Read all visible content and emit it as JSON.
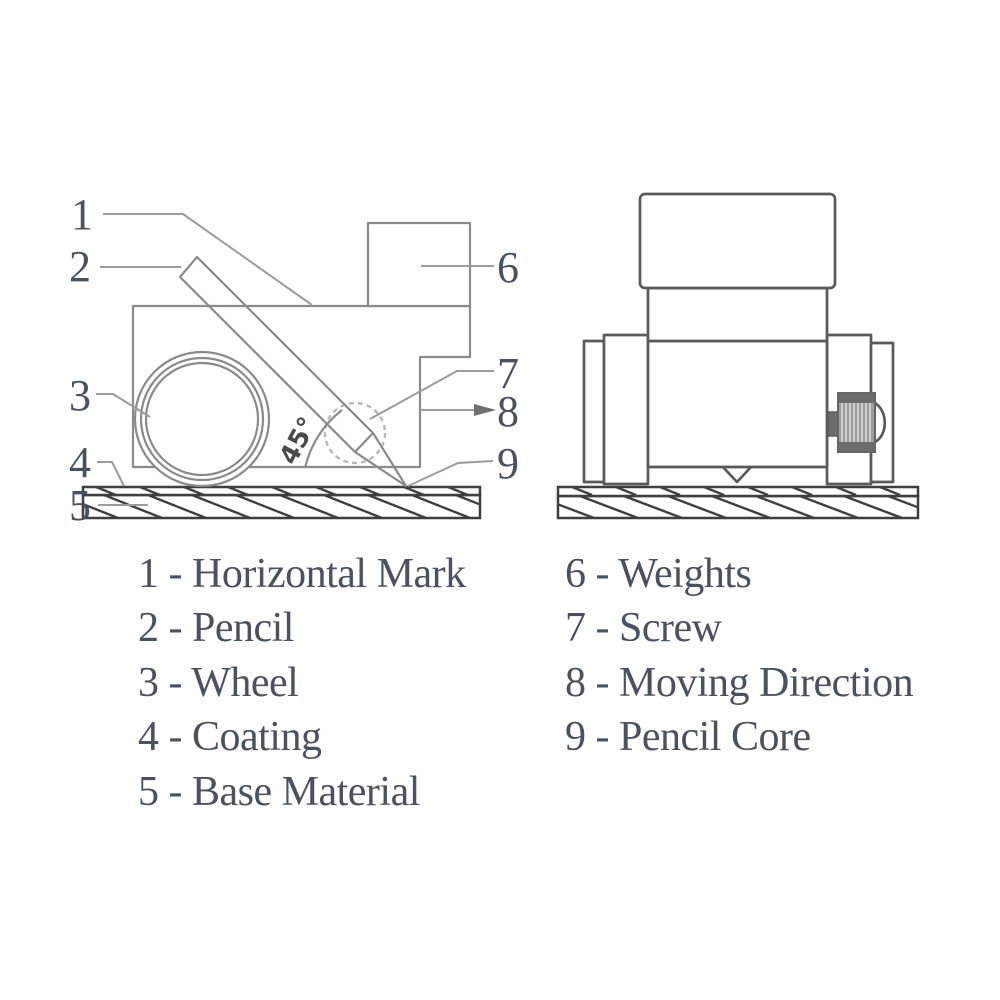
{
  "diagram": {
    "angle_label": "45°",
    "callouts": [
      {
        "number": "1",
        "label": "Horizontal Mark"
      },
      {
        "number": "2",
        "label": "Pencil"
      },
      {
        "number": "3",
        "label": "Wheel"
      },
      {
        "number": "4",
        "label": "Coating"
      },
      {
        "number": "5",
        "label": "Base Material"
      },
      {
        "number": "6",
        "label": "Weights"
      },
      {
        "number": "7",
        "label": "Screw"
      },
      {
        "number": "8",
        "label": "Moving Direction"
      },
      {
        "number": "9",
        "label": "Pencil Core"
      }
    ]
  },
  "legend": {
    "left": [
      {
        "text": "1 - Horizontal Mark"
      },
      {
        "text": "2 - Pencil"
      },
      {
        "text": "3 - Wheel"
      },
      {
        "text": "4 - Coating"
      },
      {
        "text": "5 - Base Material"
      }
    ],
    "right": [
      {
        "text": "6 - Weights"
      },
      {
        "text": "7 - Screw"
      },
      {
        "text": "8 - Moving Direction"
      },
      {
        "text": "9 - Pencil Core"
      }
    ]
  },
  "colors": {
    "background": "#ffffff",
    "outline_light": "#8a8a8a",
    "outline_dark": "#5a5a5a",
    "base_outline": "#3f3f3f",
    "leader": "#9c9c9c",
    "text_color": "#4a5160",
    "screw_dashed": "#b8b8b8",
    "angle_text": "#4a4a4a",
    "arrowhead": "#6f6f6f",
    "knob_fill": "#9e9e9e",
    "knob_cap": "#6c6c6c"
  }
}
